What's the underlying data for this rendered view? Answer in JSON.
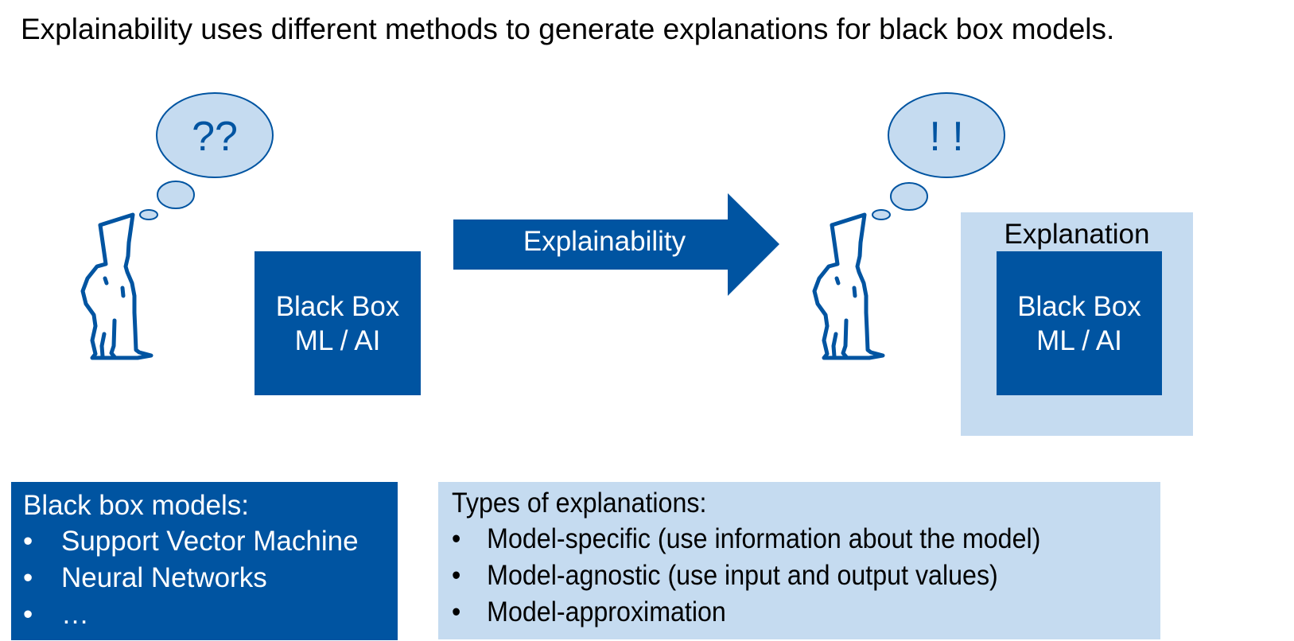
{
  "title": "Explainability uses different methods to generate explanations for black box models.",
  "left_scene": {
    "thought_bubble_text": "??",
    "black_box": {
      "line1": "Black Box",
      "line2": "ML / AI"
    }
  },
  "arrow": {
    "label": "Explainability"
  },
  "right_scene": {
    "thought_bubble_text": "! !",
    "explanation_label": "Explanation",
    "black_box": {
      "line1": "Black Box",
      "line2": "ML / AI"
    }
  },
  "black_box_models_panel": {
    "heading": "Black box models:",
    "bullet": "•",
    "items": [
      "Support Vector Machine",
      "Neural Networks",
      "…"
    ]
  },
  "explanation_types_panel": {
    "heading": "Types of explanations:",
    "bullet": "•",
    "items": [
      "Model-specific (use information about the model)",
      "Model-agnostic (use input and output values)",
      "Model-approximation"
    ]
  },
  "colors": {
    "primary_blue": "#0054a1",
    "light_blue": "#c5dbf0",
    "text": "#000000"
  }
}
